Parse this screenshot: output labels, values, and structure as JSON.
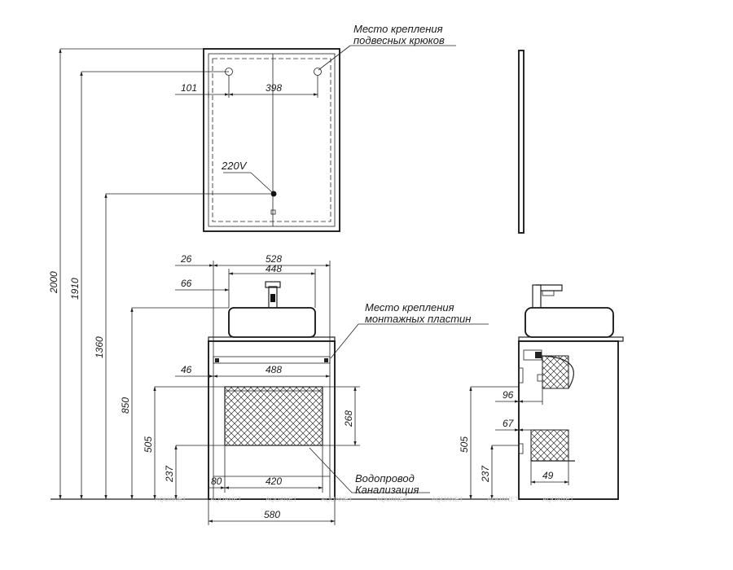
{
  "notes": {
    "hooks_line1": "Место крепления",
    "hooks_line2": "подвесных крюков",
    "plates_line1": "Место крепления",
    "plates_line2": "монтажных пластин",
    "pipes_line1": "Водопровод",
    "pipes_line2": "Канализация",
    "power": "220V"
  },
  "dims": {
    "d101": "101",
    "d398": "398",
    "d26": "26",
    "d528": "528",
    "d448": "448",
    "d66": "66",
    "d46": "46",
    "d488": "488",
    "d268": "268",
    "d80": "80",
    "d420": "420",
    "d580": "580",
    "d2000": "2000",
    "d1910": "1910",
    "d1360": "1360",
    "d850": "850",
    "d505": "505",
    "d237": "237",
    "side_96": "96",
    "side_67": "67",
    "side_49": "49",
    "side_505": "505",
    "side_237": "237"
  },
  "watermark": "AQUANET"
}
